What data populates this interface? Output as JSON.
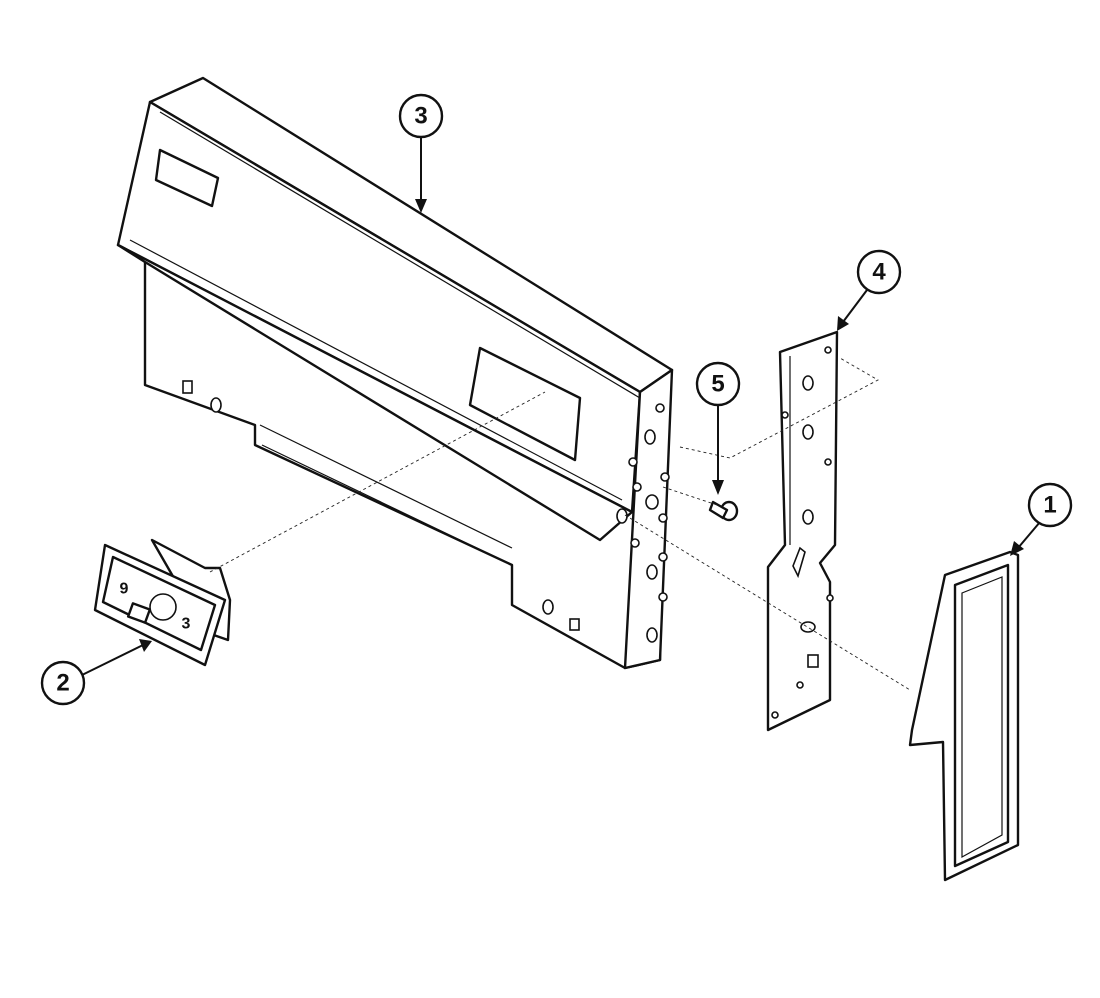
{
  "diagram": {
    "callouts": [
      {
        "label": "1",
        "part": "trim"
      },
      {
        "label": "2",
        "part": "control-switch"
      },
      {
        "label": "3",
        "part": "control-panel"
      },
      {
        "label": "4",
        "part": "bracket"
      },
      {
        "label": "5",
        "part": "screw"
      }
    ],
    "knob_markings": [
      "9",
      "3"
    ]
  }
}
